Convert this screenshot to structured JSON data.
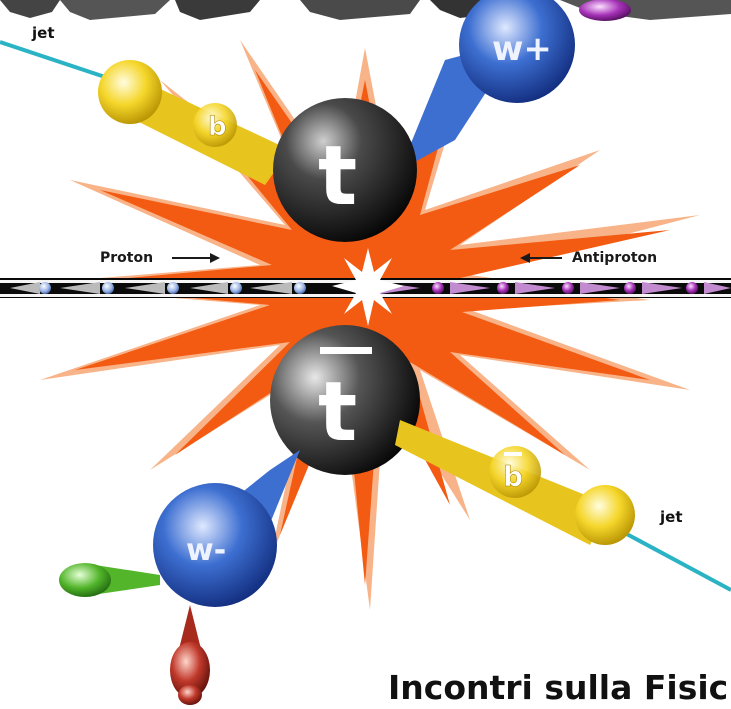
{
  "labels": {
    "jet_top": "jet",
    "jet_bottom": "jet",
    "b_quark": "b",
    "b_bar": "b",
    "w_plus": "w+",
    "w_minus": "w-",
    "top_quark": "t",
    "anti_top_quark": "t",
    "proton": "Proton",
    "antiproton": "Antiproton"
  },
  "footer": {
    "text": "Incontri sulla Fisic"
  }
}
